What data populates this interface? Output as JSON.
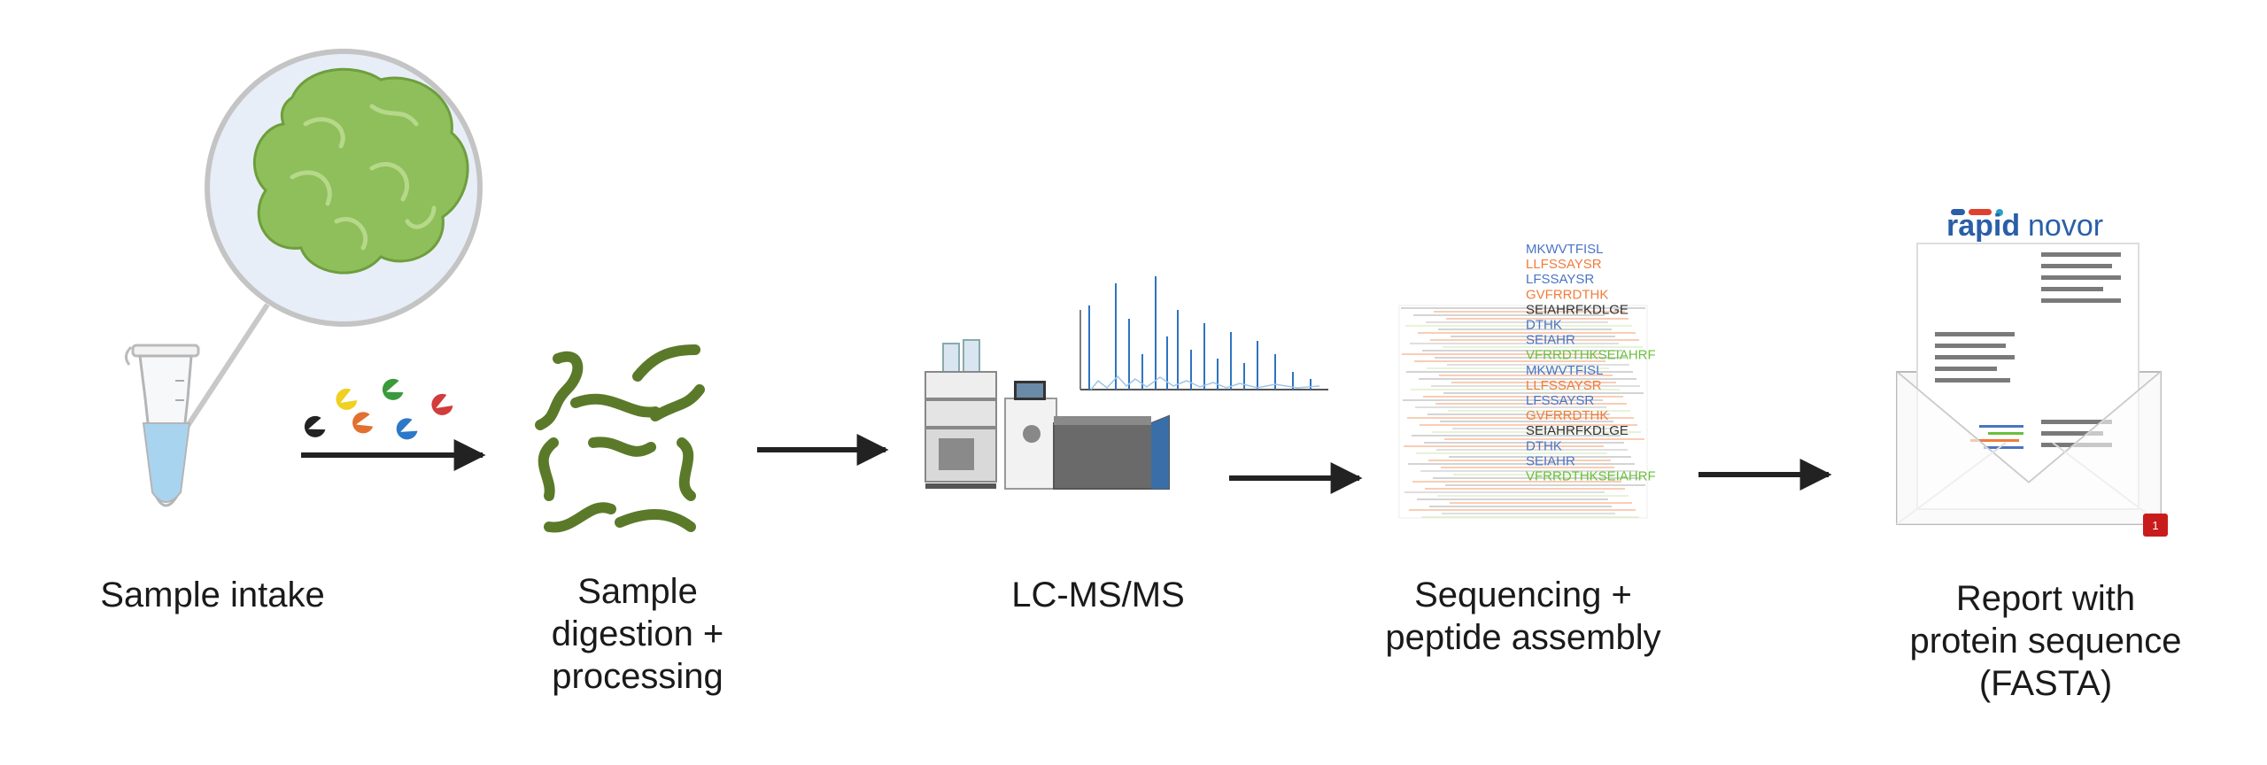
{
  "steps": [
    {
      "label": "Sample intake"
    },
    {
      "label_lines": [
        "Sample",
        "digestion +",
        "processing"
      ]
    },
    {
      "label": "LC-MS/MS"
    },
    {
      "label_lines": [
        "Sequencing +",
        "peptide assembly"
      ]
    },
    {
      "label_lines": [
        "Report with",
        "protein sequence",
        "(FASTA)"
      ]
    }
  ],
  "peptides": [
    {
      "seq": "MKWVTFISL",
      "color": "#4a74c4"
    },
    {
      "seq": "LLFSSAYSR",
      "color": "#f07c3c"
    },
    {
      "seq": "LFSSAYSR",
      "color": "#4a74c4"
    },
    {
      "seq": "GVFRRDTHK",
      "color": "#f07c3c"
    },
    {
      "seq": "SEIAHRFKDLGE",
      "color": "#333333"
    },
    {
      "seq": "DTHK",
      "color": "#4a74c4"
    },
    {
      "seq": "SEIAHR",
      "color": "#4a74c4"
    },
    {
      "seq": "VFRRDTHKSEIAHRF",
      "color": "#6abf3c"
    },
    {
      "seq": "MKWVTFISL",
      "color": "#4a74c4"
    },
    {
      "seq": "LLFSSAYSR",
      "color": "#f07c3c"
    },
    {
      "seq": "LFSSAYSR",
      "color": "#4a74c4"
    },
    {
      "seq": "GVFRRDTHK",
      "color": "#f07c3c"
    },
    {
      "seq": "SEIAHRFKDLGE",
      "color": "#333333"
    },
    {
      "seq": "DTHK",
      "color": "#4a74c4"
    },
    {
      "seq": "SEIAHR",
      "color": "#4a74c4"
    },
    {
      "seq": "VFRRDTHKSEIAHRF",
      "color": "#6abf3c"
    }
  ],
  "report": {
    "brand_word1": "rapid",
    "brand_word2": "novor",
    "badge": "1"
  },
  "colors": {
    "arrow": "#222222",
    "worm": "#5a7a2a",
    "protein": "#8fbf5a",
    "tube_liquid": "#a9d4f0",
    "brand": "#2a5fa8"
  }
}
